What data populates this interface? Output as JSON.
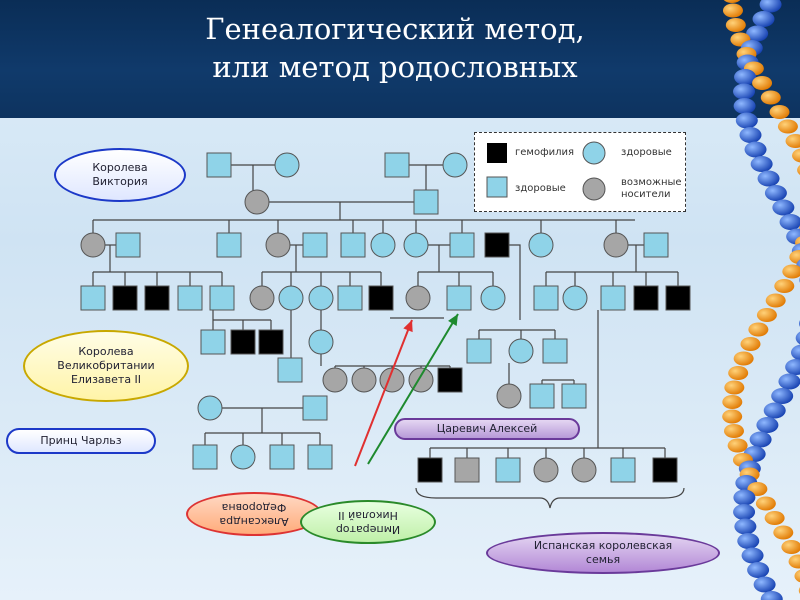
{
  "title": {
    "line1": "Генеалогический метод,",
    "line2": "или метод родословных"
  },
  "legend": {
    "hemophilia": "гемофилия",
    "healthy_female": "здоровые",
    "healthy_male": "здоровые",
    "carriers": "возможные носители"
  },
  "labels": {
    "queen_victoria": "Королева Виктория",
    "queen_elizabeth": "Королева Великобритании Елизавета II",
    "prince_charles": "Принц Чарльз",
    "tsarevich_alexei": "Царевич Алексей",
    "alexandra": "Александра Федоровна",
    "nicholas": "Император Николай II",
    "spanish_family": "Испанская королевская семья"
  },
  "colors": {
    "healthy": "#8fd3e8",
    "affected": "#000000",
    "carrier": "#a6a6a6",
    "arrow_red": "#e03030",
    "arrow_green": "#1e8a2e"
  }
}
